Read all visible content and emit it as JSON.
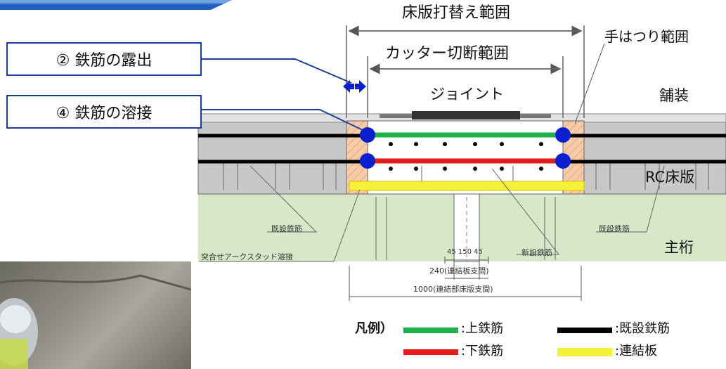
{
  "labels": {
    "slab_replacement_range": "床版打替え範囲",
    "hand_chipping_range": "手はつり範囲",
    "cutter_range": "カッター切断範囲",
    "joint": "ジョイント",
    "pavement": "舗装",
    "rc_slab": "RC床版",
    "main_girder": "主桁",
    "existing_rebar_left": "既設鉄筋",
    "existing_rebar_right": "既設鉄筋",
    "new_rebar": "新設鉄筋",
    "stud_weld": "突合せアークスタッド溶接",
    "dim_small": "45 150 45",
    "dim_240": "240(連結板支間)",
    "dim_1000": "1000(連結部床版支間)"
  },
  "callouts": {
    "rebar_exposure": "② 鉄筋の露出",
    "rebar_welding": "④ 鉄筋の溶接"
  },
  "legend": {
    "title": "凡例）",
    "items": [
      {
        "label": ":上鉄筋",
        "color": "#1db34a"
      },
      {
        "label": ":既設鉄筋",
        "color": "#000000"
      },
      {
        "label": ":下鉄筋",
        "color": "#e81b1b"
      },
      {
        "label": ":連結板",
        "color": "#f5f03a"
      }
    ]
  },
  "colors": {
    "accent_blue": "#1a3fa0",
    "top_rebar": "#1db34a",
    "bottom_rebar": "#e81b1b",
    "existing_rebar": "#000000",
    "connecting_plate": "#f5f03a",
    "weld_point": "#0a1fd0",
    "girder_fill": "#d6e8c8"
  },
  "icons": [
    "double-arrow-icon",
    "weld-point-icon"
  ]
}
